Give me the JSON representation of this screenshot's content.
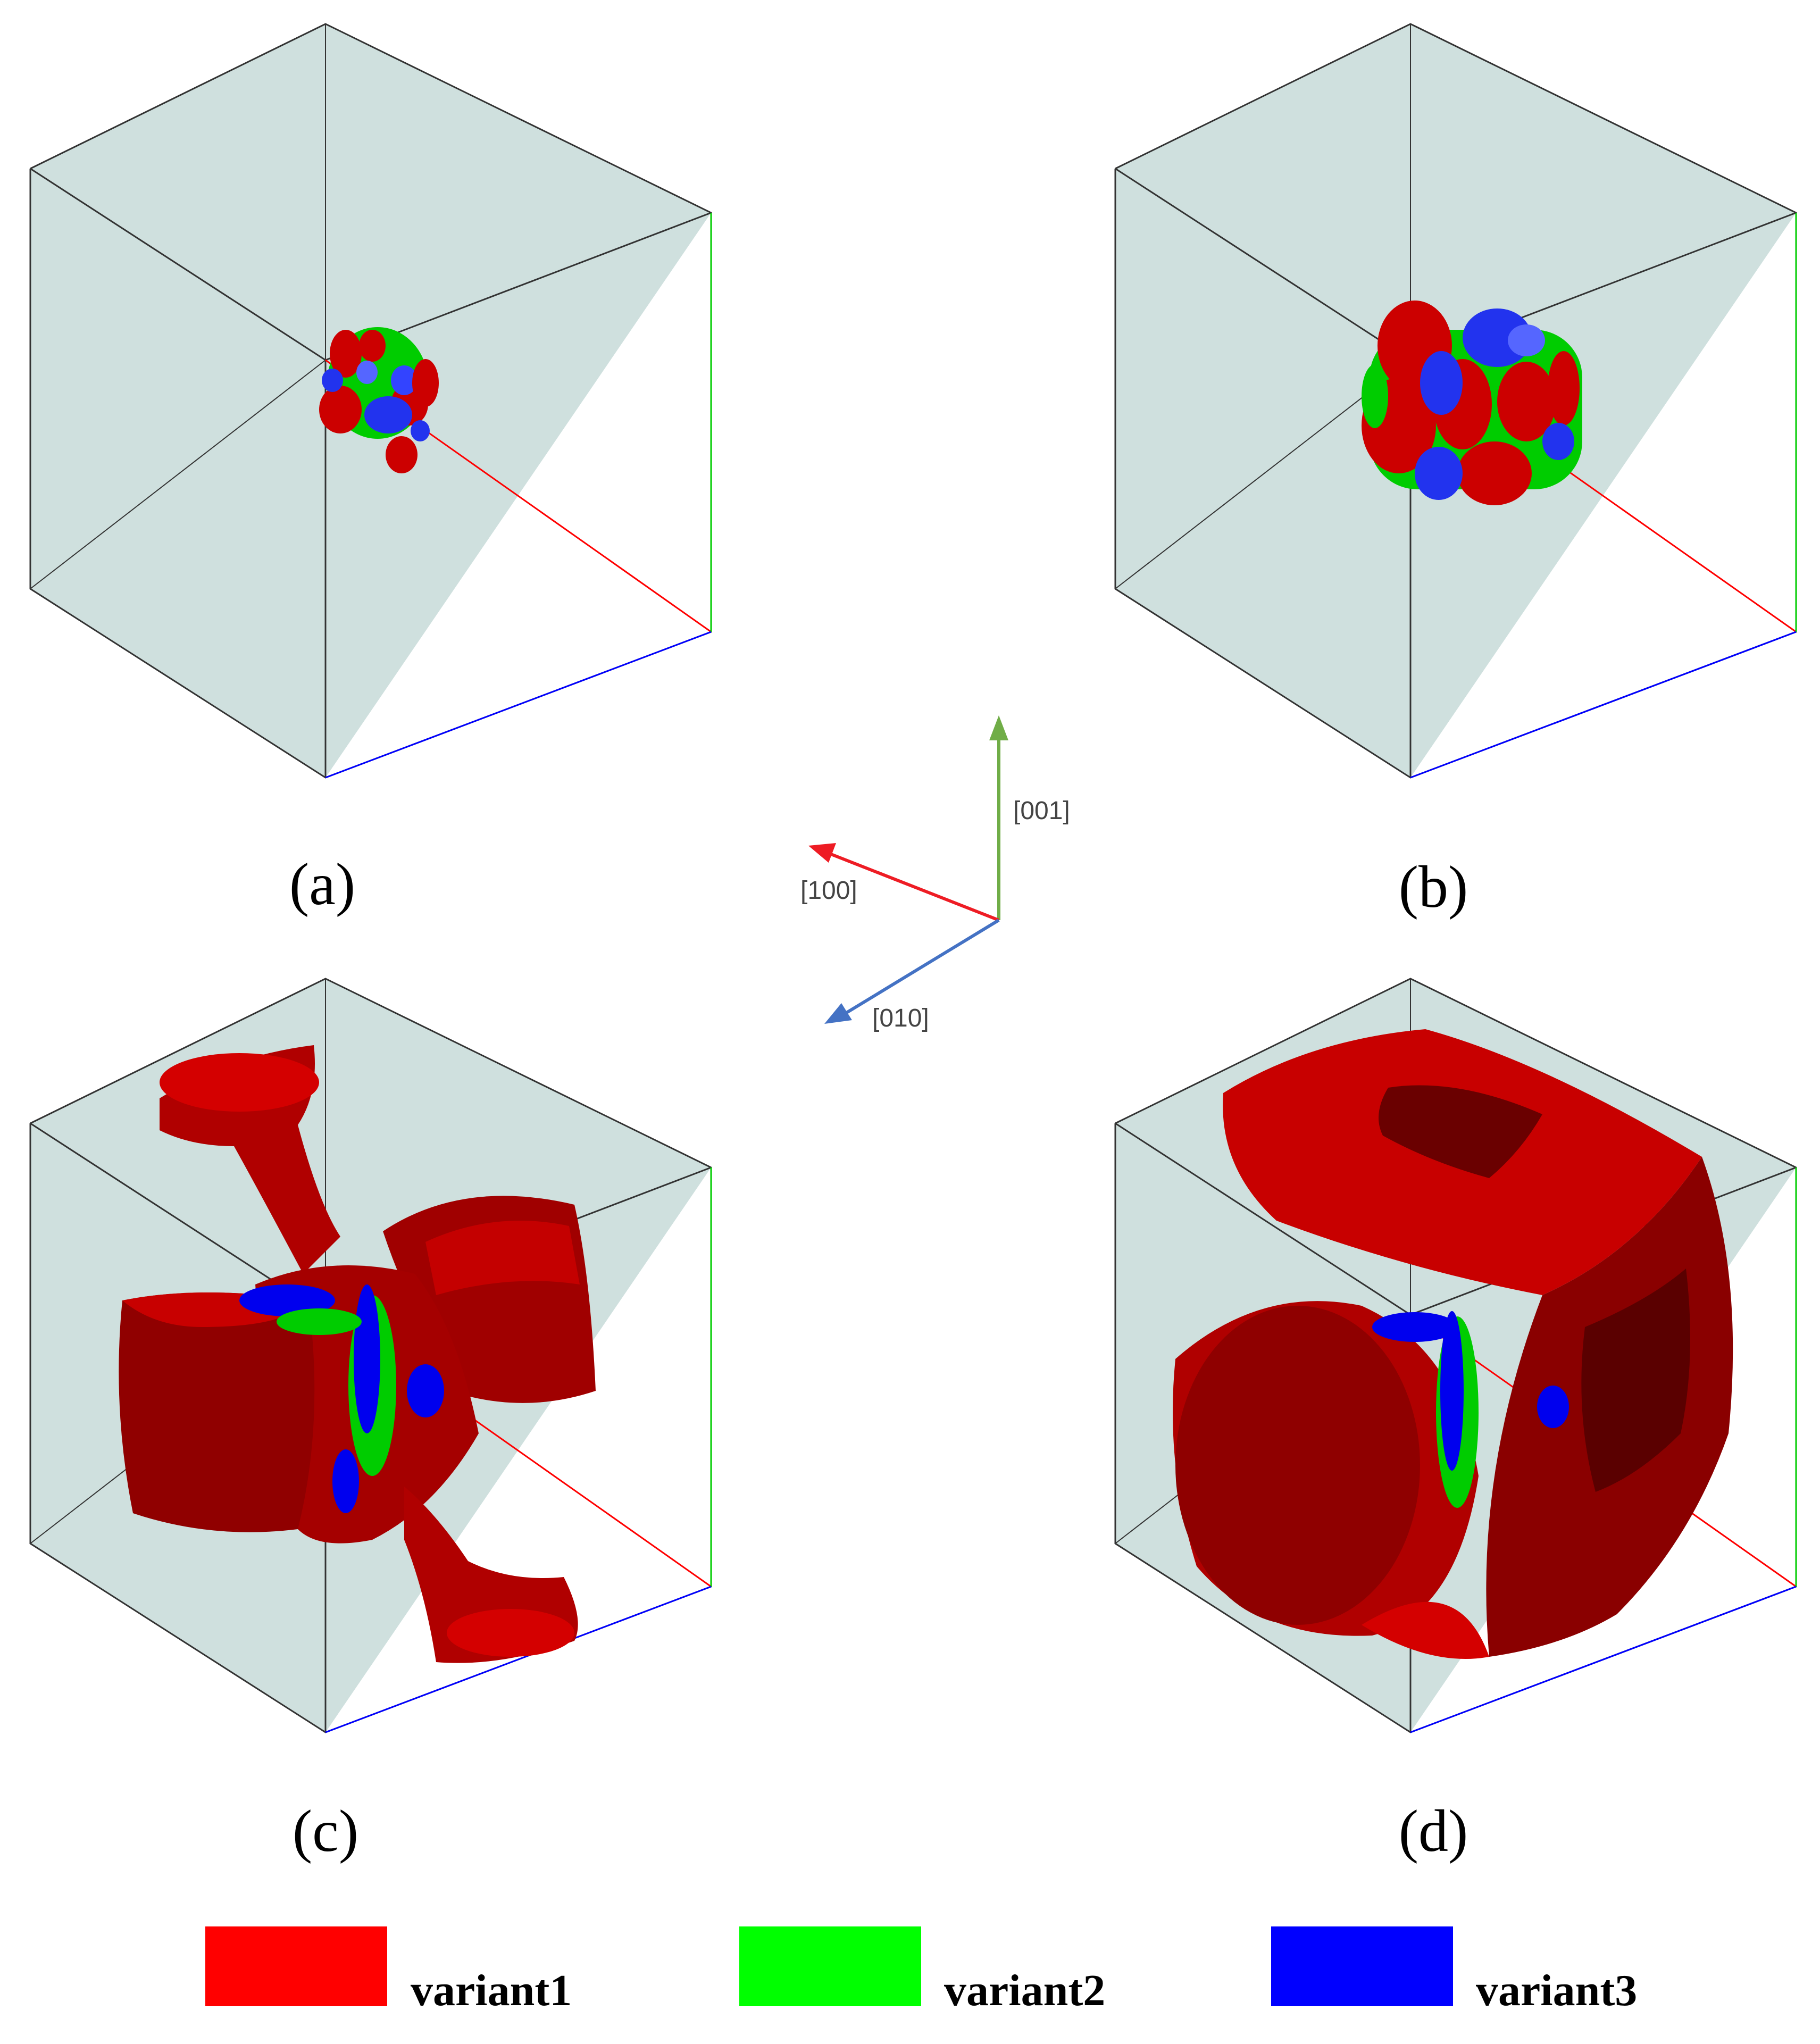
{
  "panels": {
    "a": {
      "label": "(a)"
    },
    "b": {
      "label": "(b)"
    },
    "c": {
      "label": "(c)"
    },
    "d": {
      "label": "(d)"
    }
  },
  "axes": {
    "x_label": "[100]",
    "y_label": "[010]",
    "z_label": "[001]",
    "colors": {
      "x": "#ee1c24",
      "y": "#4472c4",
      "z": "#70ad47"
    }
  },
  "legend": {
    "items": [
      {
        "label": "variant1",
        "color": "#ff0000"
      },
      {
        "label": "variant2",
        "color": "#00ff00"
      },
      {
        "label": "variant3",
        "color": "#0000ff"
      }
    ]
  },
  "colors": {
    "box_fill": "#cfe0de",
    "variant1_dark": "#8b0000",
    "variant1_mid": "#c00000"
  }
}
